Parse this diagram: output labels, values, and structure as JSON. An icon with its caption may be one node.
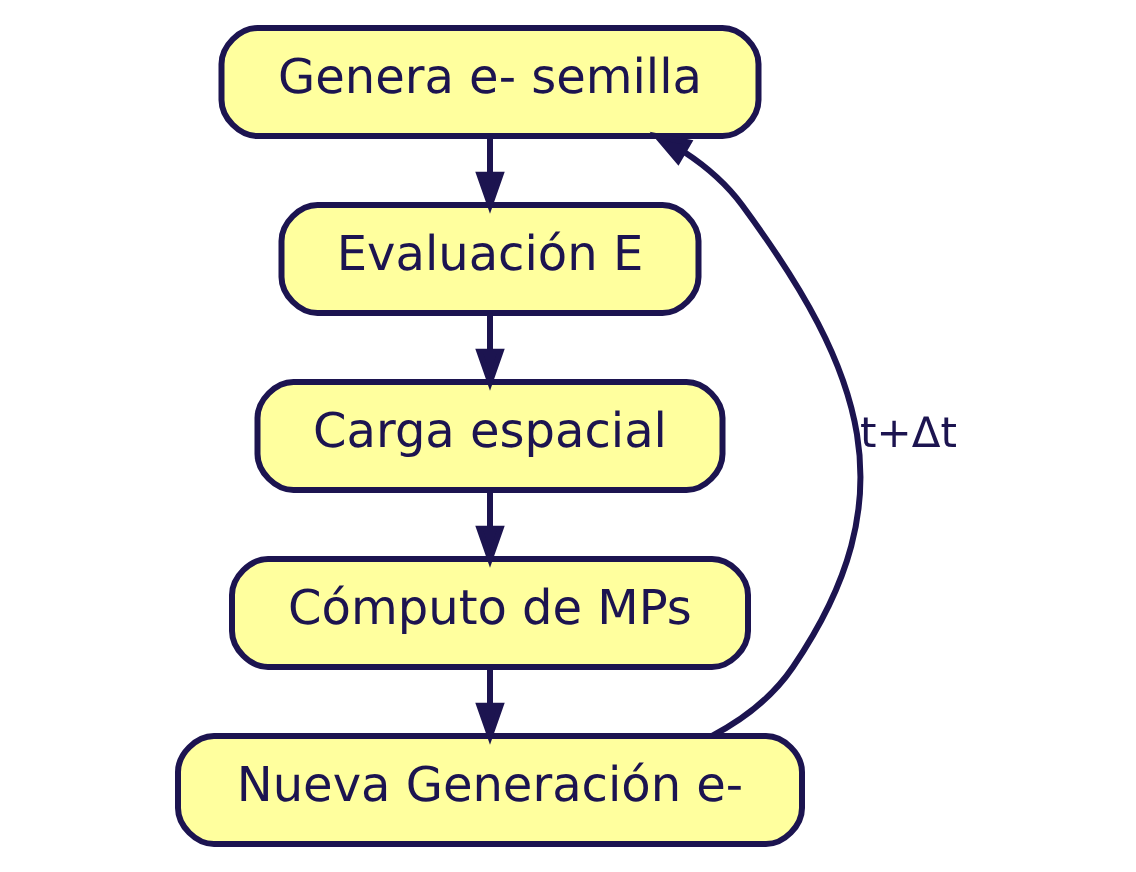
{
  "diagram": {
    "nodes": [
      {
        "text": [
          "Genera e- semilla"
        ]
      },
      {
        "text": [
          "Evaluación E"
        ]
      },
      {
        "text": [
          "Carga espacial"
        ]
      },
      {
        "text": [
          "Cómputo de MPs"
        ]
      },
      {
        "text": [
          "Nueva Generación e-"
        ]
      }
    ],
    "edges": [
      {
        "from": 0,
        "to": 1,
        "arrow": "to"
      },
      {
        "from": 1,
        "to": 2,
        "arrow": "to"
      },
      {
        "from": 2,
        "to": 3,
        "arrow": "to"
      },
      {
        "from": 3,
        "to": 4,
        "arrow": "to"
      },
      {
        "from": 4,
        "to": 0,
        "arrow": "to",
        "label": "t+Δt"
      }
    ]
  }
}
